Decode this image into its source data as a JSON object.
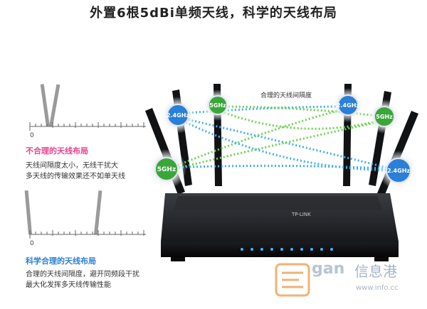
{
  "title": "外置6根5dBi单频天线，科学的天线布局",
  "bad": {
    "heading": "不合理的天线布局",
    "line1": "天线间隔度太小，无线干扰大",
    "line2": "多天线的传输效果还不如单天线",
    "ruler_zero": "0"
  },
  "good": {
    "heading": "科学合理的天线布局",
    "line1": "合理的天线间隔度，避开同频段干扰",
    "line2": "最大化发挥多天线传输性能",
    "ruler_zero": "0"
  },
  "spacing_label": "合理的天线间隔度",
  "router": {
    "brand": "TP-LINK",
    "badges": [
      "2.4GHz",
      "5GHz",
      "2.4GHz",
      "5GHz",
      "5GHz",
      "2.4GHz"
    ]
  },
  "watermark": {
    "text": "信息港",
    "url": "www.info.cc",
    "word": "gan"
  },
  "colors": {
    "pink": "#e8458b",
    "blue": "#2d7fd3",
    "badge_blue": "#2a7fd8",
    "badge_green": "#3aa63a"
  }
}
